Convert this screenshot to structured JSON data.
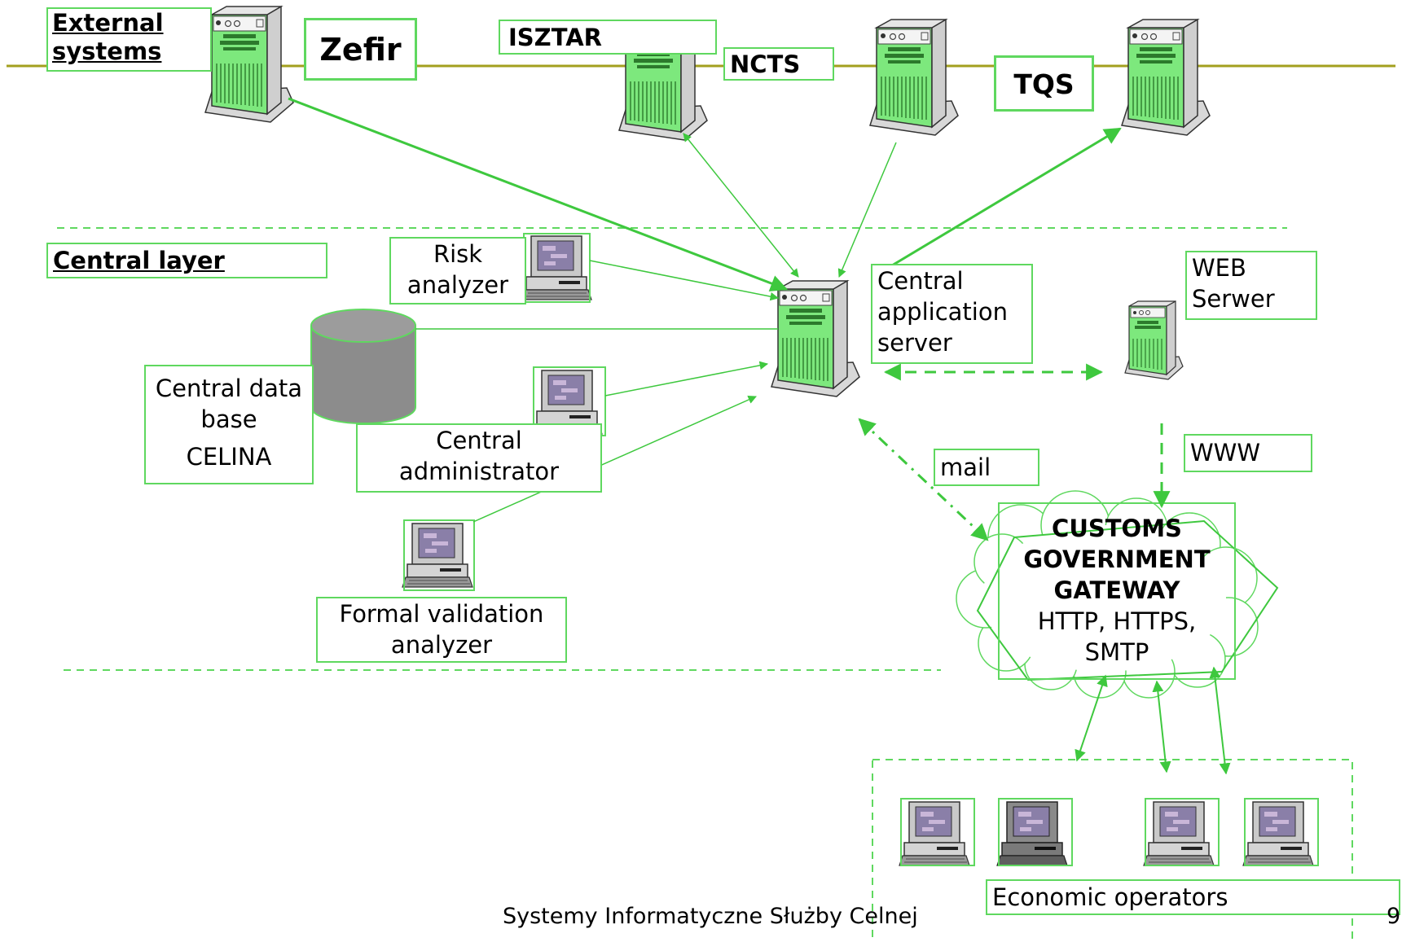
{
  "colors": {
    "accent_green": "#5fd85f",
    "arrow_green": "#3ec83e",
    "olive_line": "#a3a01e",
    "database_gray": "#8c8c8c"
  },
  "layers": {
    "external": "External systems",
    "external_line1": "External",
    "external_line2": "systems",
    "central": "Central layer"
  },
  "external_systems": {
    "zefir": "Zefir",
    "isztar": "ISZTAR",
    "ncts": "NCTS",
    "tqs": "TQS"
  },
  "central": {
    "risk_analyzer_1": "Risk",
    "risk_analyzer_2": "analyzer",
    "database_1": "Central data",
    "database_2": "base",
    "database_3": "CELINA",
    "administrator_1": "Central",
    "administrator_2": "administrator",
    "validation_1": "Formal validation",
    "validation_2": "analyzer",
    "app_server_1": "Central",
    "app_server_2": "application",
    "app_server_3": "server",
    "web_server_1": "WEB",
    "web_server_2": "Serwer",
    "www": "WWW",
    "mail": "mail"
  },
  "gateway": {
    "line1": "CUSTOMS",
    "line2": "GOVERNMENT",
    "line3": "GATEWAY",
    "line4": "HTTP, HTTPS,",
    "line5": "SMTP"
  },
  "operators": {
    "label": "Economic operators"
  },
  "footer": {
    "title": "Systemy Informatyczne Służby Celnej",
    "page": "9"
  }
}
